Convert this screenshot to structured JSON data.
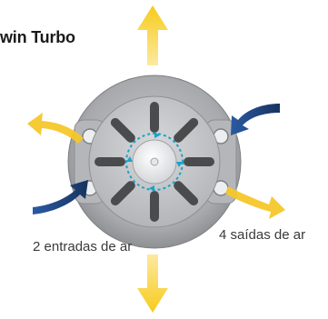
{
  "title": "win Turbo",
  "labels": {
    "inlets": "2 entradas de ar",
    "outlets": "4 saídas de ar"
  },
  "colors": {
    "outflow_arrow": "#f2c21b",
    "inflow_arrow": "#1e3f78",
    "rotation_arrow": "#1aa3c9",
    "housing": "#a8aaad",
    "blade": "#4a4b4d"
  },
  "icons": [
    "outflow-arrow-icon",
    "inflow-arrow-icon",
    "rotation-arrow-icon",
    "fan-icon"
  ]
}
